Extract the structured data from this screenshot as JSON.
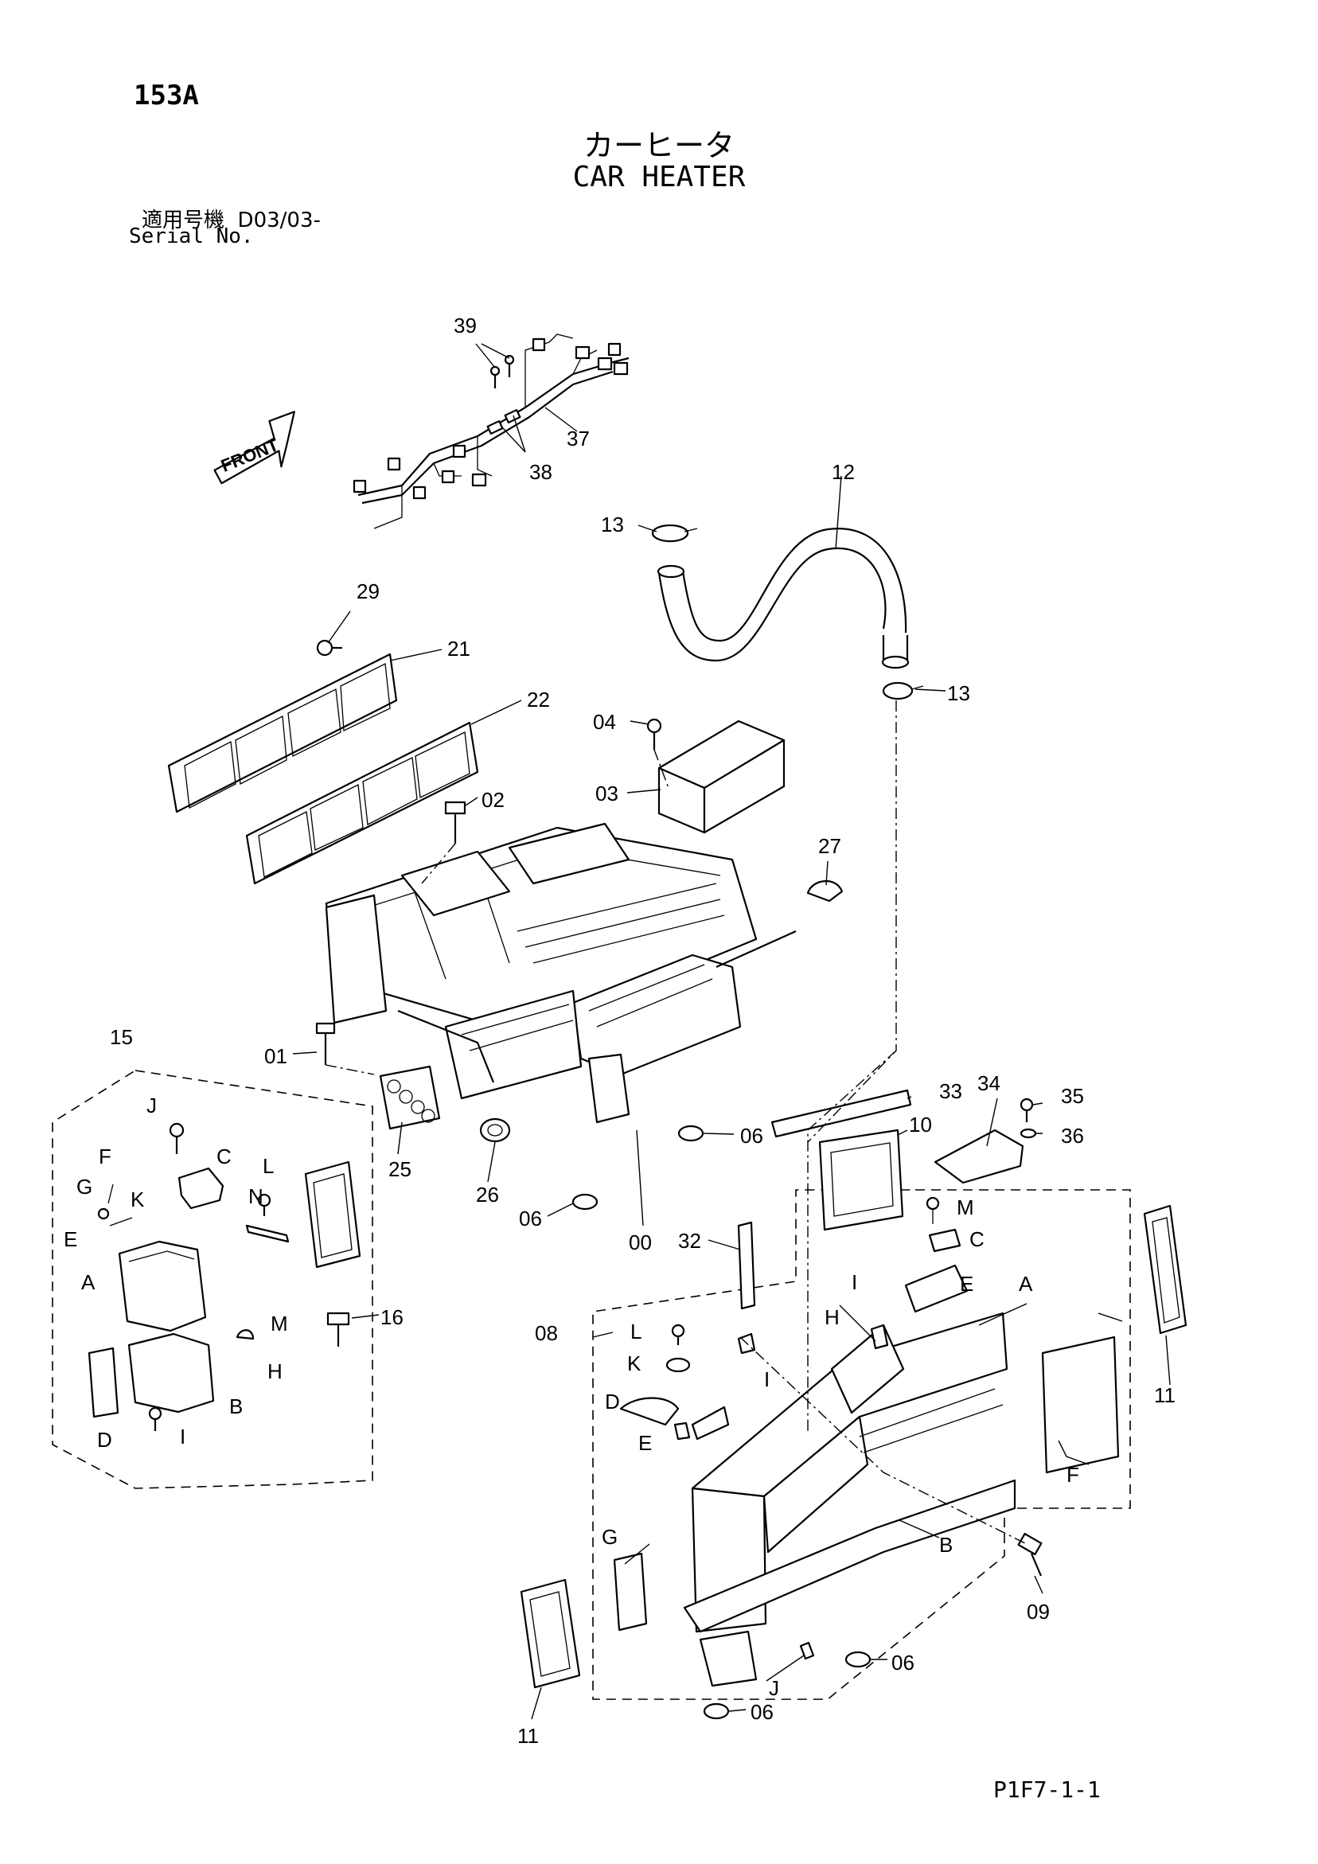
{
  "header": {
    "page_number": "153A",
    "title_jp": "カーヒータ",
    "title_en": "CAR HEATER",
    "serial_label_jp": "適用号機",
    "serial_value": "D03/03-",
    "serial_label_en": "Serial No."
  },
  "front_arrow_label": "FRONT",
  "callouts": {
    "c39": "39",
    "c37": "37",
    "c38": "38",
    "c12": "12",
    "c13a": "13",
    "c13b": "13",
    "c29": "29",
    "c21": "21",
    "c22": "22",
    "c04": "04",
    "c03": "03",
    "c02": "02",
    "c27": "27",
    "c15": "15",
    "c01": "01",
    "c33": "33",
    "c34": "34",
    "c35": "35",
    "c36": "36",
    "c10": "10",
    "c06a": "06",
    "c25": "25",
    "c26": "26",
    "c06b": "06",
    "c00": "00",
    "c32": "32",
    "c08": "08",
    "c16": "16",
    "c11a": "11",
    "c09": "09",
    "c06c": "06",
    "c06d": "06",
    "c11b": "11"
  },
  "letters_left": {
    "J": "J",
    "C": "C",
    "F": "F",
    "G": "G",
    "K": "K",
    "E": "E",
    "L": "L",
    "N": "N",
    "A": "A",
    "M": "M",
    "H": "H",
    "B": "B",
    "D": "D",
    "I": "I"
  },
  "letters_right": {
    "M": "M",
    "C": "C",
    "I1": "I",
    "E1": "E",
    "A": "A",
    "H": "H",
    "L": "L",
    "K": "K",
    "I2": "I",
    "D": "D",
    "E2": "E",
    "F": "F",
    "G": "G",
    "B": "B",
    "J": "J"
  },
  "footer": {
    "code": "P1F7-1-1"
  }
}
